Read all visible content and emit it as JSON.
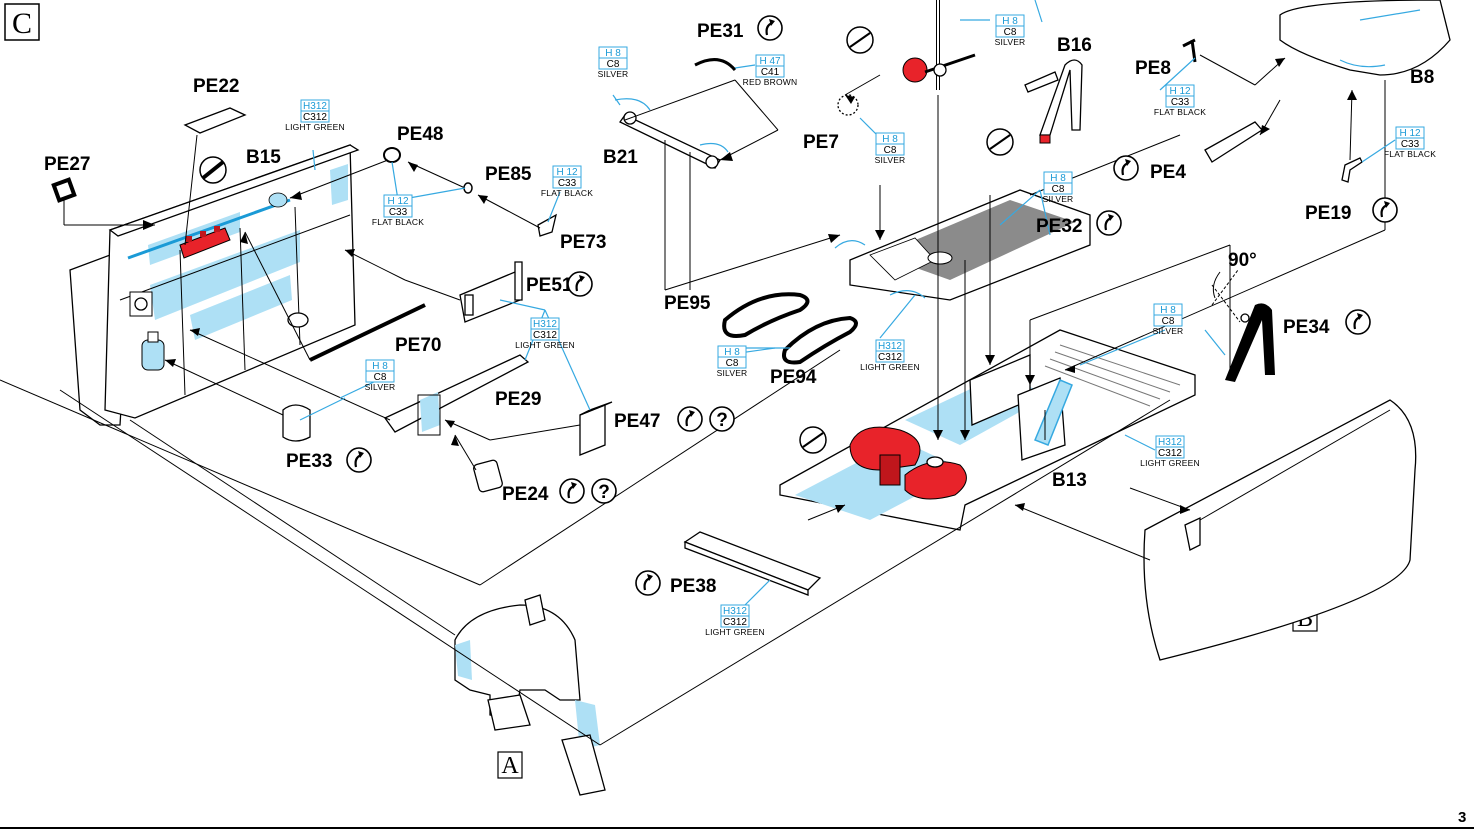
{
  "sheet": {
    "step_letter": "C",
    "page_number": "3",
    "sub_letters": [
      "A",
      "B"
    ]
  },
  "labels": {
    "PE31": "PE31",
    "PE22": "PE22",
    "PE48": "PE48",
    "PE27": "PE27",
    "B15": "B15",
    "PE85": "PE85",
    "PE73": "PE73",
    "B21": "B21",
    "PE7": "PE7",
    "B16": "B16",
    "PE8": "PE8",
    "B8": "B8",
    "PE4": "PE4",
    "PE19": "PE19",
    "PE32": "PE32",
    "PE51": "PE51",
    "PE95": "PE95",
    "PE70": "PE70",
    "PE94": "PE94",
    "PE29": "PE29",
    "PE47": "PE47",
    "PE33": "PE33",
    "PE24": "PE24",
    "PE34": "PE34",
    "B13": "B13",
    "PE38": "PE38",
    "angle": "90°"
  },
  "colors": {
    "H8": {
      "h": "H 8",
      "c": "C8",
      "name": "SILVER"
    },
    "H12": {
      "h": "H 12",
      "c": "C33",
      "name": "FLAT BLACK"
    },
    "H312": {
      "h": "H312",
      "c": "C312",
      "name": "LIGHT GREEN"
    },
    "H47": {
      "h": "H 47",
      "c": "C41",
      "name": "RED BROWN"
    }
  },
  "theme": {
    "accent_blue": "#36a9e1",
    "light_blue": "#aee0f5",
    "red": "#e8232a",
    "grey": "#8b8b8b"
  },
  "icons": [
    "bend-arrow-icon",
    "question-icon",
    "cement-icon"
  ]
}
